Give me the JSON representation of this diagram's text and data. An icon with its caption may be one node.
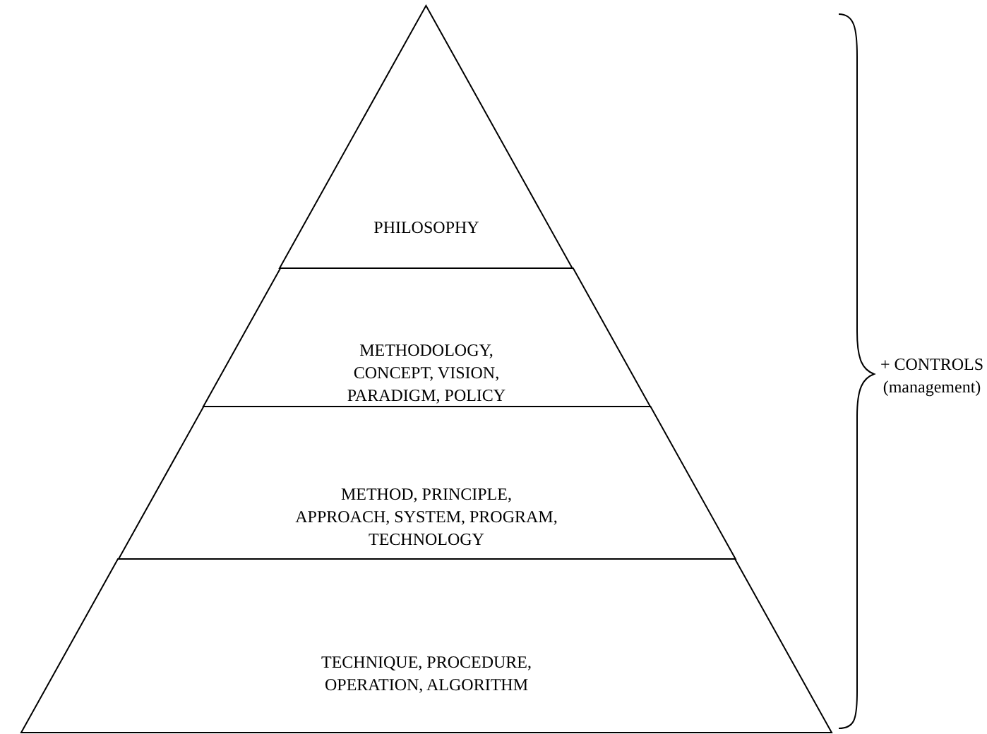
{
  "diagram": {
    "nodes": [
      {
        "text": [
          "PHILOSOPHY"
        ]
      },
      {
        "text": [
          "METHODOLOGY, CONCEPT, VISION, PARADIGM, POLICY"
        ]
      },
      {
        "text": [
          "METHOD, PRINCIPLE, APPROACH, SYSTEM, PROGRAM, TECHNOLOGY"
        ]
      },
      {
        "text": [
          "TECHNIQUE, PROCEDURE, OPERATION, ALGORITHM"
        ]
      }
    ],
    "edges": [],
    "labels": [
      "+ CONTROLS (management)"
    ]
  }
}
